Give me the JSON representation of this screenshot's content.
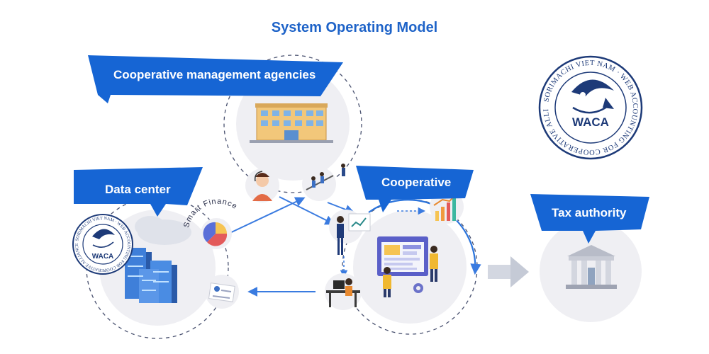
{
  "title": "System Operating Model",
  "nodes": {
    "agencies": {
      "label": "Cooperative management agencies"
    },
    "data_center": {
      "label": "Data center"
    },
    "cooperative": {
      "label": "Cooperative"
    },
    "tax": {
      "label": "Tax authority"
    }
  },
  "smart_finance": {
    "label": "Smart Finance"
  },
  "seal": {
    "ring_text": "SORIMACHI VIET NAM · WEB ACCOUNTING FOR COOPERATIVE ALLIANCE",
    "acronym": "WACA"
  },
  "colors": {
    "brand_blue": "#1665d4",
    "title_blue": "#1e63c8",
    "navy": "#1d3a78",
    "arrow_grey": "#c5cad6",
    "circle_grey": "#eeeff3"
  }
}
